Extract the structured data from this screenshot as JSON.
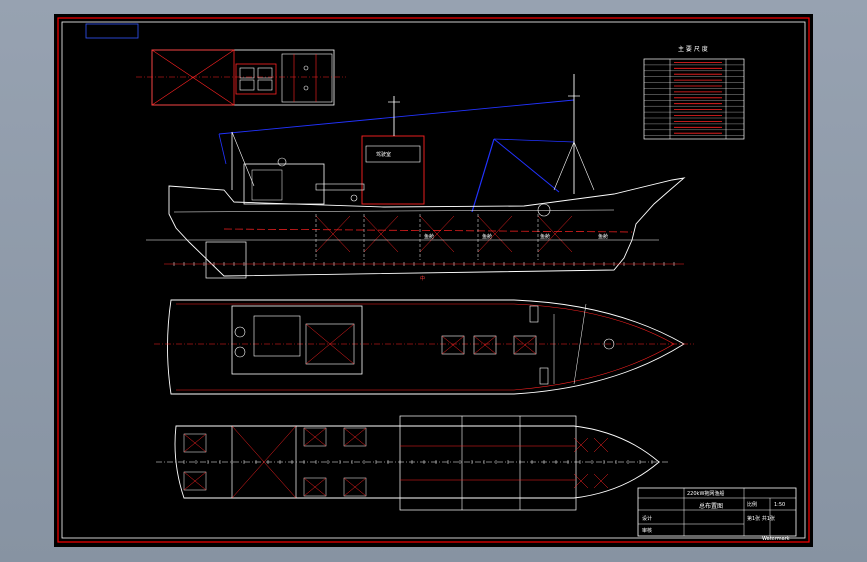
{
  "colors": {
    "background": "#000000",
    "outline": "#ffffff",
    "structure": "#ff2222",
    "rigging": "#2233ff",
    "frame": "#ff0000"
  },
  "particulars_table": {
    "title": "主 要 尺 度"
  },
  "title_block": {
    "project_name": "220kW拖网渔船",
    "drawing_name": "总布置图",
    "scale_label": "比例",
    "scale_value": "1:50",
    "sheet_label": "第1张 共1张",
    "designer_label": "设计",
    "checker_label": "审核"
  },
  "profile_view": {
    "cabin_label": "驾驶室",
    "hold_labels": [
      "鱼舱",
      "鱼舱",
      "鱼舱",
      "鱼舱"
    ],
    "midship_mark": "中"
  },
  "footer_stamp": "Watermark"
}
